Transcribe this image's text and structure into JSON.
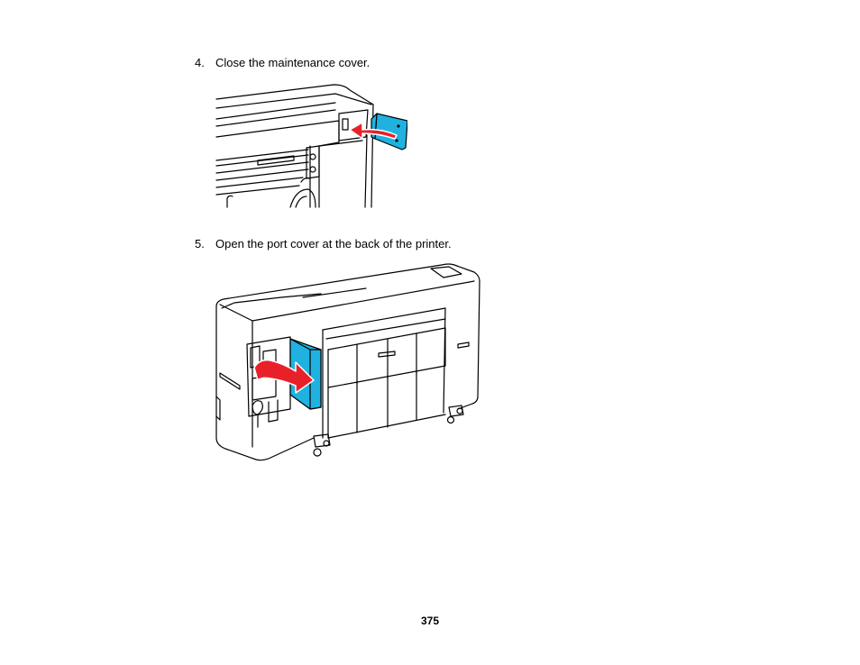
{
  "steps": [
    {
      "number": "4.",
      "text": "Close the maintenance cover."
    },
    {
      "number": "5.",
      "text": "Open the port cover at the back of the printer."
    }
  ],
  "figures": [
    {
      "subject": "maintenance-cover-closing",
      "cover_color": "#1fb2e0",
      "arrow_color": "#e8202a"
    },
    {
      "subject": "port-cover-opening",
      "cover_color": "#1fb2e0",
      "arrow_color": "#e8202a"
    }
  ],
  "page_number": "375"
}
